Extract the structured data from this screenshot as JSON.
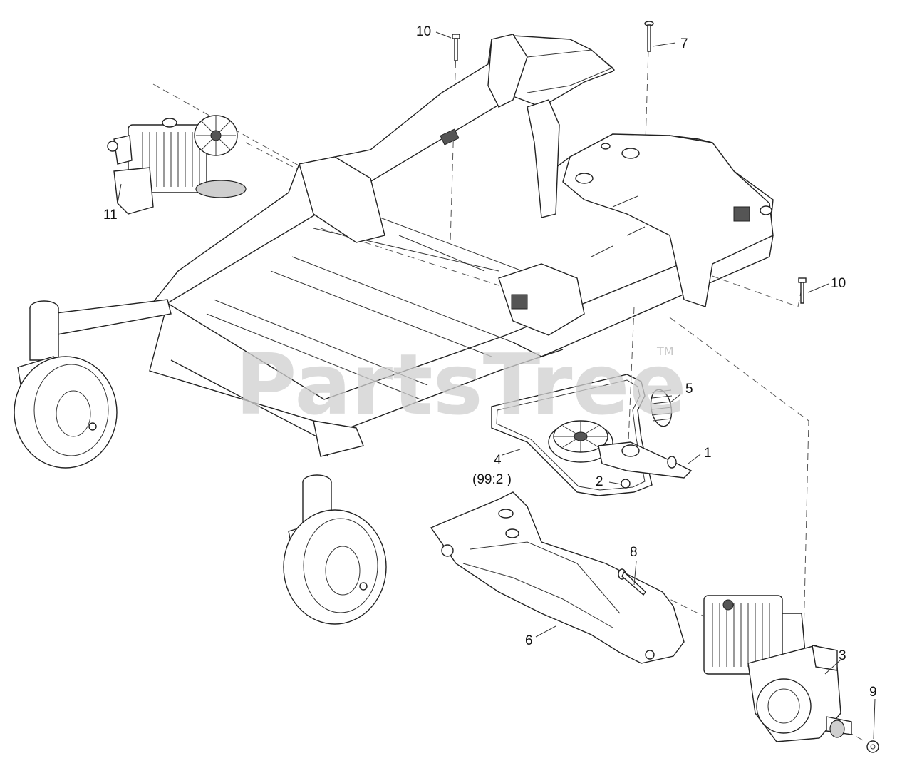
{
  "watermark": {
    "text": "PartsTree",
    "trademark": "TM"
  },
  "callouts": {
    "c1": "1",
    "c2": "2",
    "c3": "3",
    "c4": "4",
    "c4_note": "(99:2 )",
    "c5": "5",
    "c6": "6",
    "c7": "7",
    "c8": "8",
    "c9": "9",
    "c10_top": "10",
    "c10_right": "10",
    "c11": "11"
  }
}
